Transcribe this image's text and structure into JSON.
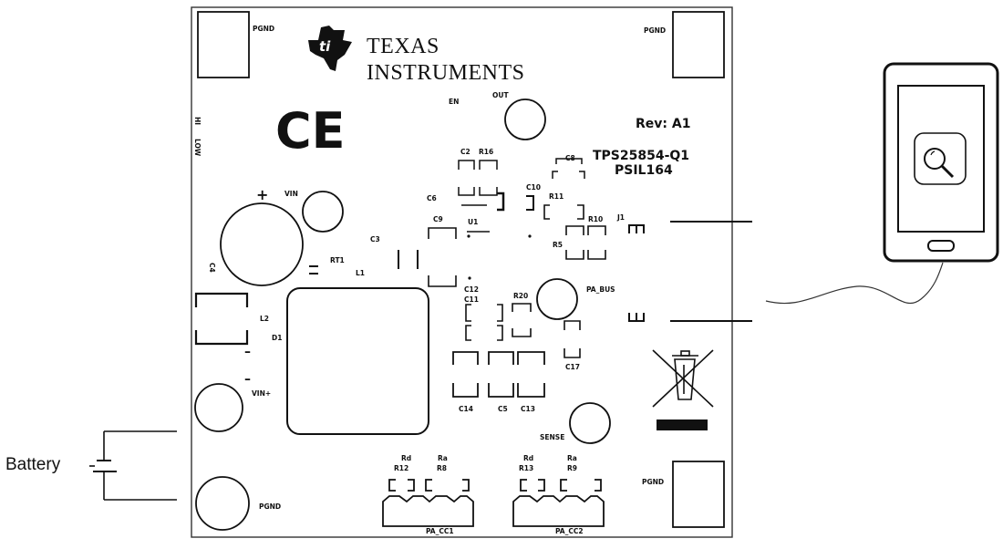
{
  "brand": {
    "line1": "TEXAS",
    "line2": "INSTRUMENTS"
  },
  "board": {
    "rev": "Rev: A1",
    "part": "TPS25854-Q1",
    "psil": "PSIL164",
    "ce_mark": "CE",
    "hi_label": "HI",
    "low_label": "LOW"
  },
  "pads": {
    "pgnd_top_left": "PGND",
    "pgnd_top_right": "PGND",
    "pgnd_bottom_right": "PGND",
    "pgnd_bottom_left": "PGND",
    "vin": "VIN",
    "vin_plus": "VIN+",
    "out": "OUT",
    "en": "EN",
    "pa_bus": "PA_BUS",
    "sense": "SENSE",
    "pa_cc1": "PA_CC1",
    "pa_cc2": "PA_CC2"
  },
  "components": {
    "c2": "C2",
    "r16": "R16",
    "c8": "C8",
    "c6": "C6",
    "c10": "C10",
    "r11": "R11",
    "r10": "R10",
    "j1": "J1",
    "c9": "C9",
    "u1": "U1",
    "r5": "R5",
    "c3": "C3",
    "rt1": "RT1",
    "l1": "L1",
    "c4": "C4",
    "c12": "C12",
    "c11": "C11",
    "r20": "R20",
    "l2": "L2",
    "d1": "D1",
    "c17": "C17",
    "c14": "C14",
    "c5": "C5",
    "c13": "C13",
    "rd1": "Rd",
    "r12": "R12",
    "ra1": "Ra",
    "r8": "R8",
    "rd2": "Rd",
    "r13": "R13",
    "ra2": "Ra",
    "r9": "R9",
    "plus_sign": "+",
    "minus_sign": "–",
    "minus_sign2": "–",
    "minus_sign3": "–"
  },
  "external": {
    "battery_label": "Battery"
  }
}
